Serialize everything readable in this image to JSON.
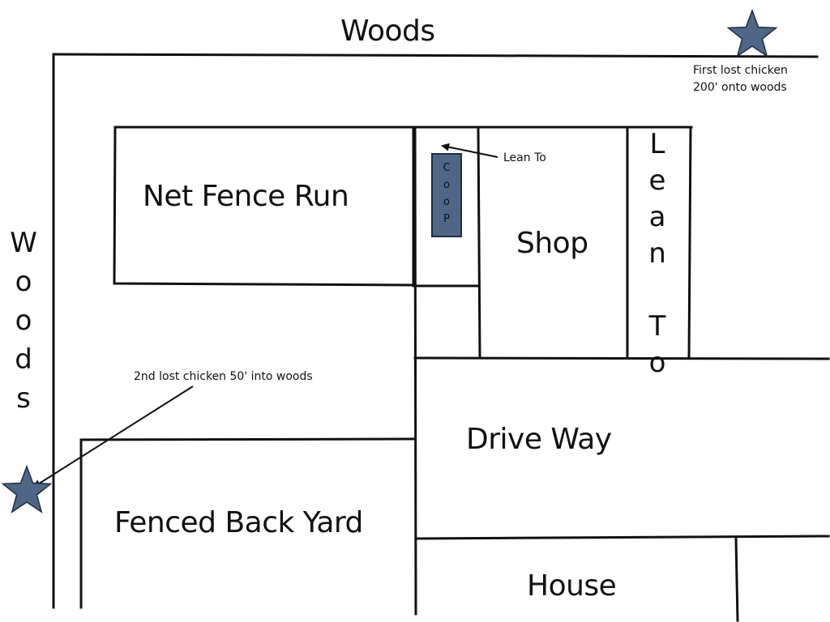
{
  "labels": {
    "woods_top": "Woods",
    "woods_left": [
      "W",
      "o",
      "o",
      "d",
      "s"
    ],
    "net_fence_run": "Net Fence Run",
    "shop": "Shop",
    "lean_to_vertical": [
      "L",
      "e",
      "a",
      "n",
      "",
      "T",
      "o"
    ],
    "coop": [
      "C",
      "o",
      "o",
      "P"
    ],
    "lean_to_callout": "Lean To",
    "drive_way": "Drive Way",
    "fenced_back_yard": "Fenced Back Yard",
    "house": "House",
    "first_lost_chicken": [
      "First lost chicken",
      "200' onto woods"
    ],
    "second_lost_chicken": "2nd lost chicken 50' into woods"
  },
  "colors": {
    "line": "#111111",
    "star_fill": "#4f6687",
    "star_stroke": "#1f2d45",
    "coop_fill": "#4f6687"
  }
}
